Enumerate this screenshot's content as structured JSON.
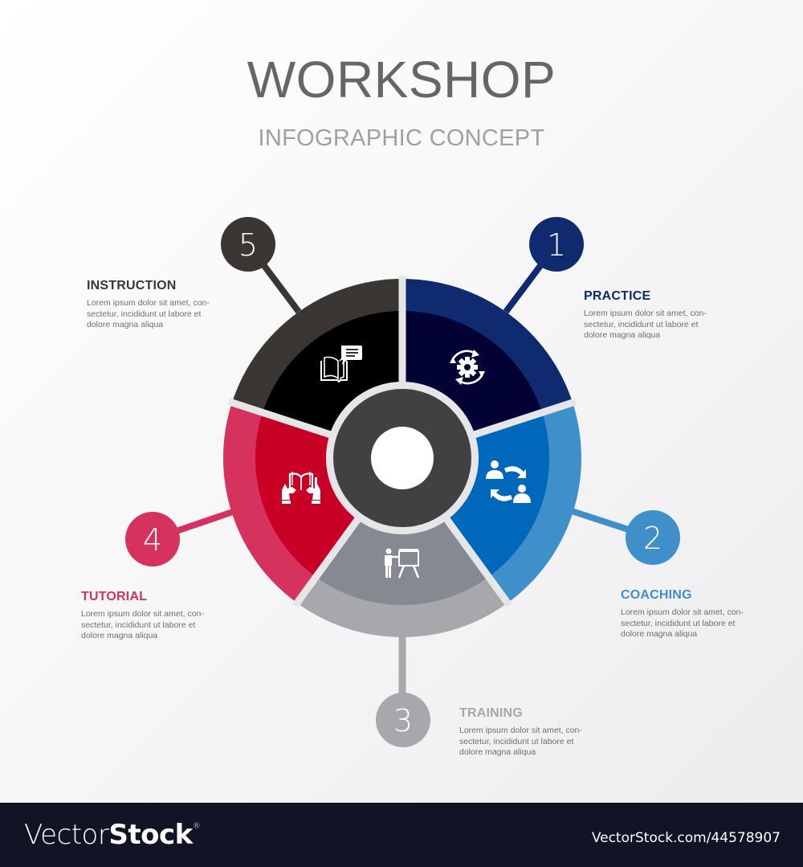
{
  "header": {
    "title": "WORKSHOP",
    "subtitle": "INFOGRAPHIC CONCEPT"
  },
  "colors": {
    "practice_outer": "#0f2a6e",
    "practice_inner": "#020235",
    "coaching_outer": "#3f8fcb",
    "coaching_inner": "#0068bb",
    "training_outer": "#a7a8ab",
    "training_inner": "#868991",
    "tutorial_outer": "#d6325e",
    "tutorial_inner": "#c80025",
    "instruction_outer": "#3a3634",
    "instruction_inner": "#000000",
    "hub_ring": "#414143",
    "gap": "#e6e6e8",
    "footer_bg": "#121324"
  },
  "steps": [
    {
      "number": "1",
      "title": "PRACTICE",
      "icon": "gear-cycle-icon",
      "color": "#0f2a6e",
      "text": [
        "Lorem ipsum dolor sit amet, con-",
        "sectetur, incididunt ut labore et",
        "dolore magna aliqua"
      ]
    },
    {
      "number": "2",
      "title": "COACHING",
      "icon": "people-exchange-icon",
      "color": "#3f8fcb",
      "text": [
        "Lorem ipsum dolor sit amet, con-",
        "sectetur, incididunt ut labore et",
        "dolore magna aliqua"
      ]
    },
    {
      "number": "3",
      "title": "TRAINING",
      "icon": "presenter-board-icon",
      "color": "#a7a8ab",
      "text": [
        "Lorem ipsum dolor sit amet, con-",
        "sectetur, incididunt ut labore et",
        "dolore magna aliqua"
      ]
    },
    {
      "number": "4",
      "title": "TUTORIAL",
      "icon": "hands-book-icon",
      "color": "#d6325e",
      "text": [
        "Lorem ipsum dolor sit amet, con-",
        "sectetur, incididunt ut labore et",
        "dolore magna aliqua"
      ]
    },
    {
      "number": "5",
      "title": "INSTRUCTION",
      "icon": "book-speech-icon",
      "color": "#3a3634",
      "text": [
        "Lorem ipsum dolor sit amet, con-",
        "sectetur, incididunt ut labore et",
        "dolore magna aliqua"
      ]
    }
  ],
  "footer": {
    "brand_light": "Vector",
    "brand_bold": "Stock",
    "brand_mark": "®",
    "stock_id": "VectorStock.com/44578907"
  }
}
